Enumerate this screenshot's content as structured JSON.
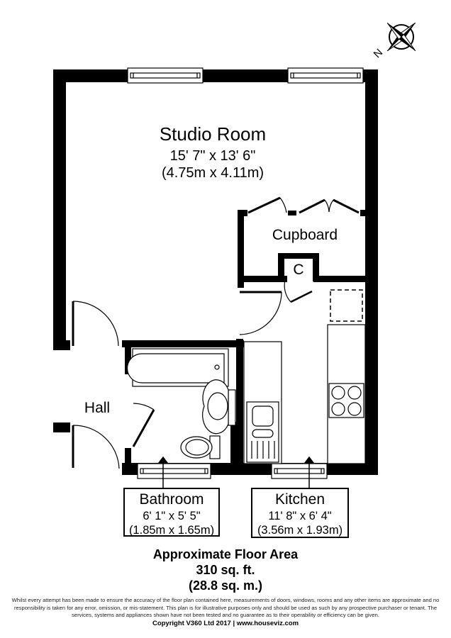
{
  "compass": {
    "icon": "compass-rose-icon",
    "north_label": "N"
  },
  "rooms": {
    "studio": {
      "name": "Studio Room",
      "imperial": "15' 7\" x 13' 6\"",
      "metric": "(4.75m x 4.11m)"
    },
    "cupboard": {
      "name": "Cupboard"
    },
    "closet": {
      "name": "C"
    },
    "hall": {
      "name": "Hall"
    },
    "bathroom": {
      "name": "Bathroom",
      "imperial": "6' 1\" x 5' 5\"",
      "metric": "(1.85m x 1.65m)"
    },
    "kitchen": {
      "name": "Kitchen",
      "imperial": "11' 8\" x 6' 4\"",
      "metric": "(3.56m x 1.93m)"
    }
  },
  "floor_area": {
    "title": "Approximate Floor Area",
    "imperial": "310 sq. ft.",
    "metric": "(28.8 sq. m.)"
  },
  "footer": {
    "disclaimer": "Whilst every attempt has been made to ensure the accuracy of the floor plan contained here, measurements of doors, windows, rooms and any other items are approximate and no responsibility is taken for any error, omission, or mis-statement. This plan is for illustrative purposes only and should be used as such by any prospective purchaser or tenant. The services, systems and appliances shown have not been tested and no guarantee as to their operability or efficiency can be given.",
    "copyright": "Copyright V360 Ltd 2017 | www.houseviz.com"
  },
  "colors": {
    "wall": "#000000",
    "background": "#ffffff"
  }
}
